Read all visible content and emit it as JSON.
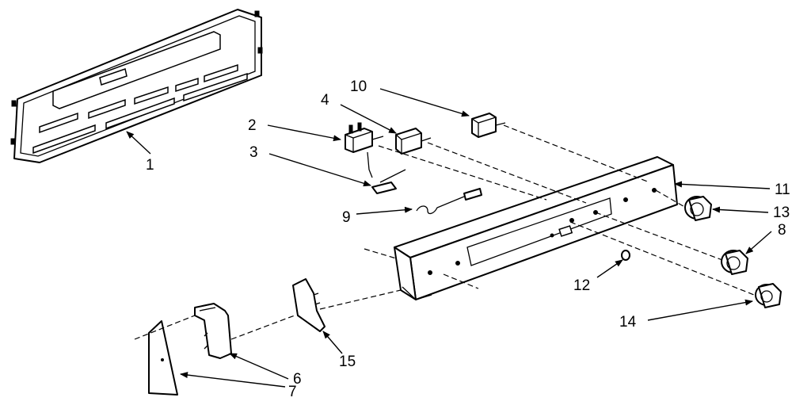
{
  "callouts": {
    "c1": "1",
    "c2": "2",
    "c3": "3",
    "c4": "4",
    "c6": "6",
    "c7": "7",
    "c8": "8",
    "c9": "9",
    "c10": "10",
    "c11": "11",
    "c12": "12",
    "c13": "13",
    "c14": "14",
    "c15": "15"
  },
  "colors": {
    "ink": "#000000",
    "paper": "#ffffff"
  }
}
